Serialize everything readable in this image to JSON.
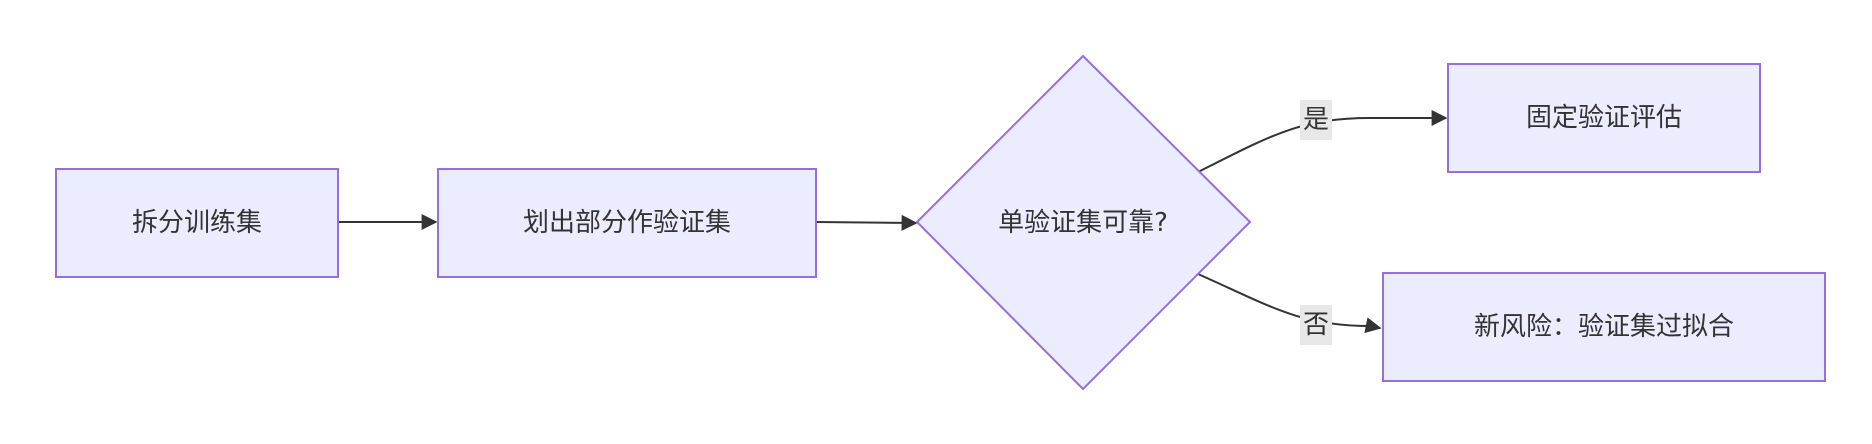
{
  "colors": {
    "node_fill": "#ececff",
    "node_stroke": "#9370db",
    "edge": "#333333",
    "edge_label_bg": "#e8e8e8",
    "text": "#333333"
  },
  "nodes": [
    {
      "id": "split",
      "label": "拆分训练集"
    },
    {
      "id": "holdout",
      "label": "划出部分作验证集"
    },
    {
      "id": "decision",
      "label": "单验证集可靠?"
    },
    {
      "id": "fixed",
      "label": "固定验证评估"
    },
    {
      "id": "risk",
      "label": "新风险：验证集过拟合"
    }
  ],
  "edges": [
    {
      "from": "split",
      "to": "holdout",
      "label": ""
    },
    {
      "from": "holdout",
      "to": "decision",
      "label": ""
    },
    {
      "from": "decision",
      "to": "fixed",
      "label": "是"
    },
    {
      "from": "decision",
      "to": "risk",
      "label": "否"
    }
  ]
}
